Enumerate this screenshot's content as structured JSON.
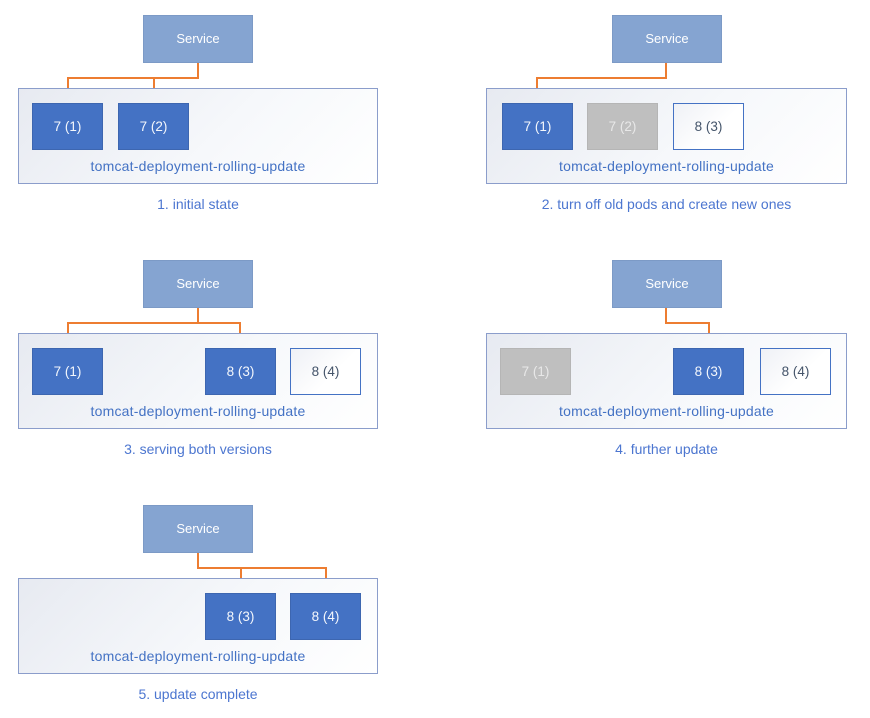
{
  "colors": {
    "accent_blue": "#4472C4",
    "service_light_blue": "#85A4D1",
    "terminated_gray": "#BFBFBF",
    "arrow_orange": "#ED7D31",
    "label_text_blue": "#4472C4"
  },
  "panels": [
    {
      "caption": "1. initial state",
      "service_label": "Service",
      "deployment_label": "tomcat-deployment-rolling-update",
      "pods": [
        {
          "label": "7 (1)",
          "state": "active"
        },
        {
          "label": "7 (2)",
          "state": "active"
        }
      ]
    },
    {
      "caption": "2. turn off old pods and create new ones",
      "service_label": "Service",
      "deployment_label": "tomcat-deployment-rolling-update",
      "pods": [
        {
          "label": "7 (1)",
          "state": "active"
        },
        {
          "label": "7 (2)",
          "state": "terminated"
        },
        {
          "label": "8 (3)",
          "state": "pending"
        }
      ]
    },
    {
      "caption": "3. serving both versions",
      "service_label": "Service",
      "deployment_label": "tomcat-deployment-rolling-update",
      "pods": [
        {
          "label": "7 (1)",
          "state": "active"
        },
        {
          "label": "8 (3)",
          "state": "active"
        },
        {
          "label": "8 (4)",
          "state": "pending"
        }
      ]
    },
    {
      "caption": "4. further update",
      "service_label": "Service",
      "deployment_label": "tomcat-deployment-rolling-update",
      "pods": [
        {
          "label": "7 (1)",
          "state": "terminated"
        },
        {
          "label": "8 (3)",
          "state": "active"
        },
        {
          "label": "8 (4)",
          "state": "pending"
        }
      ]
    },
    {
      "caption": "5. update complete",
      "service_label": "Service",
      "deployment_label": "tomcat-deployment-rolling-update",
      "pods": [
        {
          "label": "8 (3)",
          "state": "active"
        },
        {
          "label": "8 (4)",
          "state": "active"
        }
      ]
    }
  ]
}
